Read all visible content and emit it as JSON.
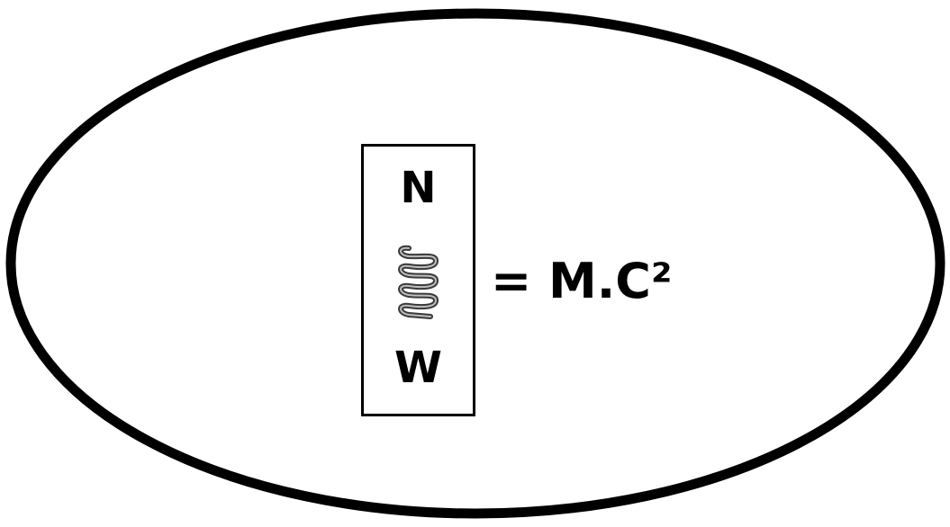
{
  "diagram": {
    "box": {
      "top_label": "N",
      "bottom_label": "W",
      "icon": "spring-coil-icon"
    },
    "equation": "= M.C²",
    "colors": {
      "stroke": "#000000",
      "background": "#ffffff",
      "icon": "#3a3a3a"
    }
  }
}
